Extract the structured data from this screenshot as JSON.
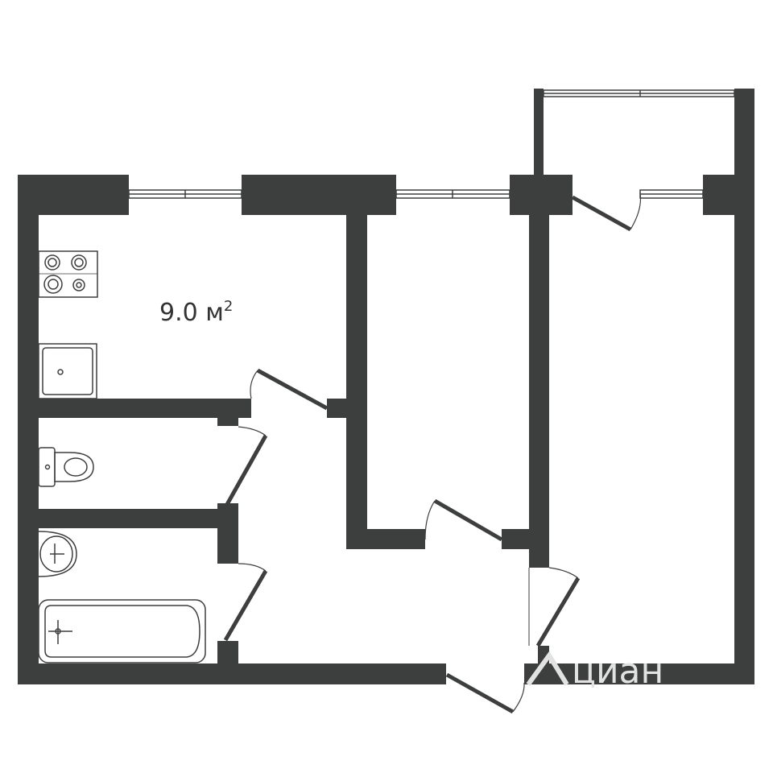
{
  "plan": {
    "colors": {
      "wall": "#3d3e3e",
      "fixture_stroke": "#3d3e3e",
      "watermark": "#e2e2e2",
      "background": "#ffffff"
    },
    "kitchen_area": {
      "value": "9.0 м",
      "superscript": "2"
    },
    "watermark": {
      "text": "циан",
      "icon": "cian-logo-house-icon"
    },
    "fixtures": [
      "stove-icon",
      "sink-icon",
      "toilet-icon",
      "washbasin-icon",
      "bathtub-icon"
    ]
  }
}
